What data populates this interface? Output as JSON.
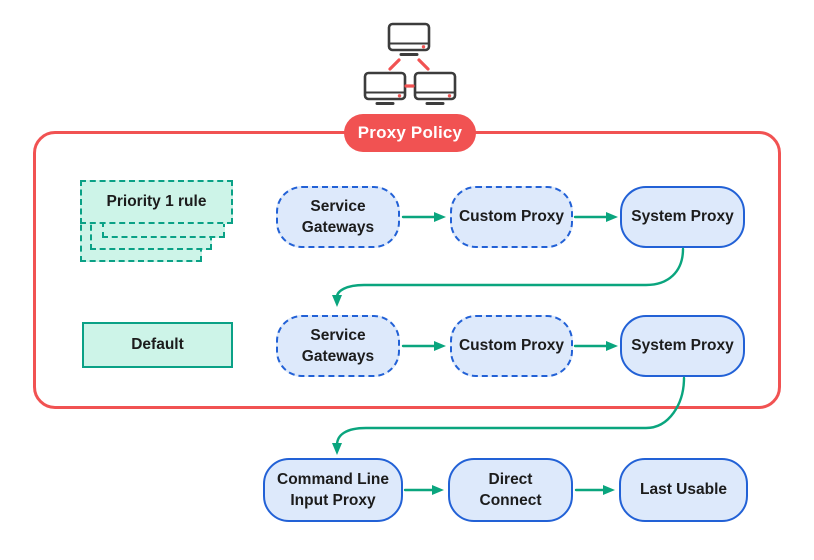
{
  "policy": {
    "title": "Proxy Policy"
  },
  "legend": {
    "priority_rule": {
      "label": "Priority 1 rule"
    },
    "default_rule": {
      "label": "Default"
    }
  },
  "flows": {
    "priority_row": {
      "nodes": [
        {
          "label": "Service Gateways",
          "style": "dashed"
        },
        {
          "label": "Custom Proxy",
          "style": "dashed"
        },
        {
          "label": "System Proxy",
          "style": "solid"
        }
      ]
    },
    "default_row": {
      "nodes": [
        {
          "label": "Service Gateways",
          "style": "dashed"
        },
        {
          "label": "Custom Proxy",
          "style": "dashed"
        },
        {
          "label": "System Proxy",
          "style": "solid"
        }
      ]
    },
    "fallback_row": {
      "nodes": [
        {
          "label": "Command Line Input Proxy",
          "style": "solid"
        },
        {
          "label": "Direct Connect",
          "style": "solid"
        },
        {
          "label": "Last Usable",
          "style": "solid"
        }
      ]
    }
  },
  "icons": {
    "network": "three-networked-computers"
  },
  "colors": {
    "red": "#f15252",
    "teal": "#0aa57e",
    "teal_border": "#0aa186",
    "mint_fill": "#cdf4e8",
    "blue_fill": "#dde9fb",
    "blue_border": "#2261d6",
    "icon_stroke": "#3c3c3c",
    "text": "#1c1c1c"
  }
}
